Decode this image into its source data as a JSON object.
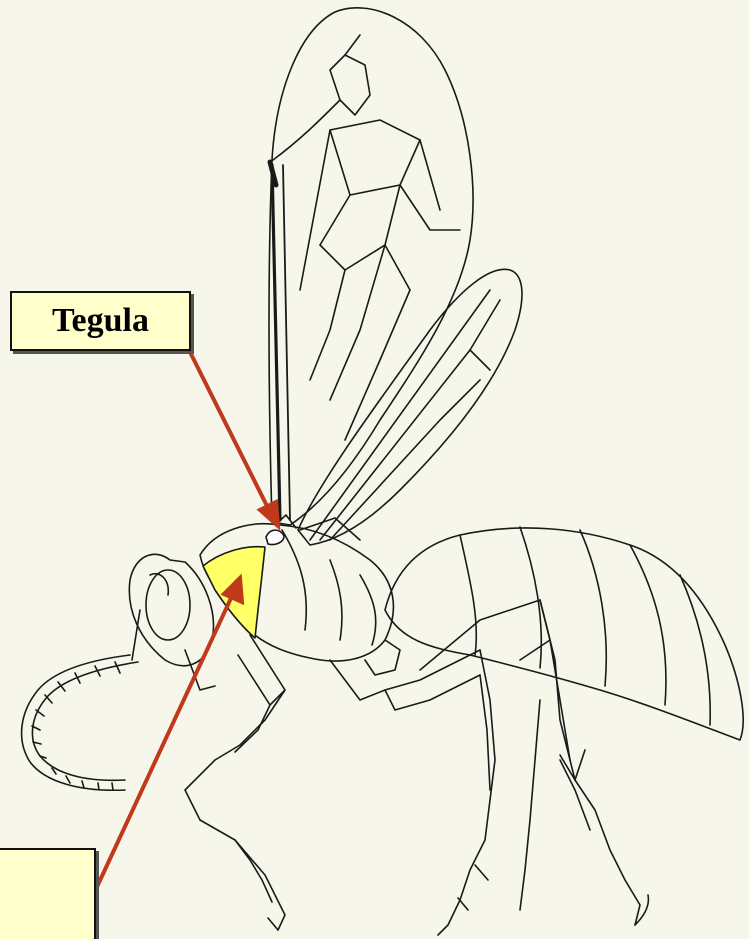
{
  "diagram": {
    "subject": "wasp-side-view",
    "labels": [
      {
        "id": "tegula",
        "text": "Tegula"
      },
      {
        "id": "lower-label",
        "text": ""
      }
    ],
    "colors": {
      "background": "#f6f6ea",
      "label_fill": "#ffffcc",
      "arrow": "#c0391b",
      "highlight": "#ffff66",
      "outline": "#1a1a1a"
    }
  }
}
